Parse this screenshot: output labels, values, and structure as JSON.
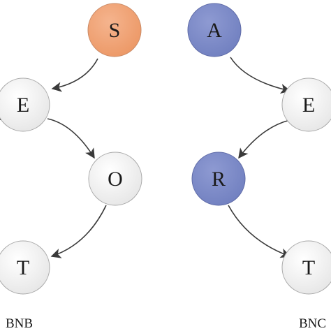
{
  "colors": {
    "orange_node": "#f0a57a",
    "blue_node": "#7f8cc8",
    "white_node": "#f2f2f2",
    "node_stroke": "#a8a8a8",
    "edge": "#3a3a3a"
  },
  "diagrams": [
    {
      "caption": "BNB",
      "nodes": [
        {
          "id": "s",
          "label": "S",
          "fill": "orange"
        },
        {
          "id": "e",
          "label": "E",
          "fill": "white"
        },
        {
          "id": "o",
          "label": "O",
          "fill": "white"
        },
        {
          "id": "t",
          "label": "T",
          "fill": "white"
        }
      ],
      "edges": [
        {
          "from": "s",
          "to": "e"
        },
        {
          "from": "e",
          "to": "o"
        },
        {
          "from": "o",
          "to": "t"
        }
      ]
    },
    {
      "caption": "BNC",
      "nodes": [
        {
          "id": "a",
          "label": "A",
          "fill": "blue"
        },
        {
          "id": "e",
          "label": "E",
          "fill": "white"
        },
        {
          "id": "r",
          "label": "R",
          "fill": "blue"
        },
        {
          "id": "t",
          "label": "T",
          "fill": "white"
        }
      ],
      "edges": [
        {
          "from": "a",
          "to": "e"
        },
        {
          "from": "e",
          "to": "r"
        },
        {
          "from": "r",
          "to": "t"
        }
      ]
    }
  ]
}
